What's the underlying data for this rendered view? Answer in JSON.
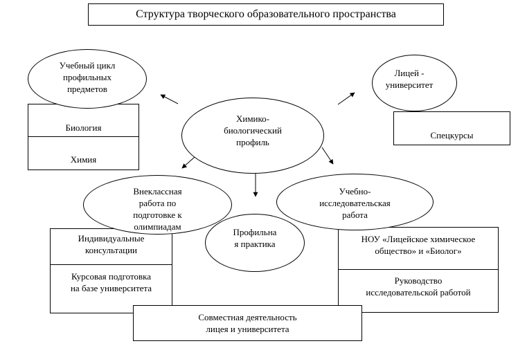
{
  "title": "Структура творческого образовательного пространства",
  "center": {
    "label": "Химико-\nбиологический\nпрофиль"
  },
  "left_top": {
    "label": "Учебный цикл\nпрофильных\nпредметов",
    "items": [
      "Биология",
      "Химия"
    ]
  },
  "right_top": {
    "label": "Лицей -\nуниверситет",
    "items": [
      "Спецкурсы"
    ]
  },
  "left_bottom": {
    "label": "Внеклассная\nработа по\nподготовке к\nолимпиадам",
    "items": [
      "Индивидуальные\nконсультации",
      "Курсовая подготовка\nна базе университета"
    ]
  },
  "middle_bottom": {
    "label": "Профильна\nя практика"
  },
  "right_bottom": {
    "label": "Учебно-\nисследовательская\nработа",
    "items": [
      "НОУ «Лицейское химическое\nобщество» и «Биолог»",
      "Руководство\nисследовательской работой"
    ]
  },
  "footer": {
    "label": "Совместная деятельность\nлицея и университета"
  }
}
